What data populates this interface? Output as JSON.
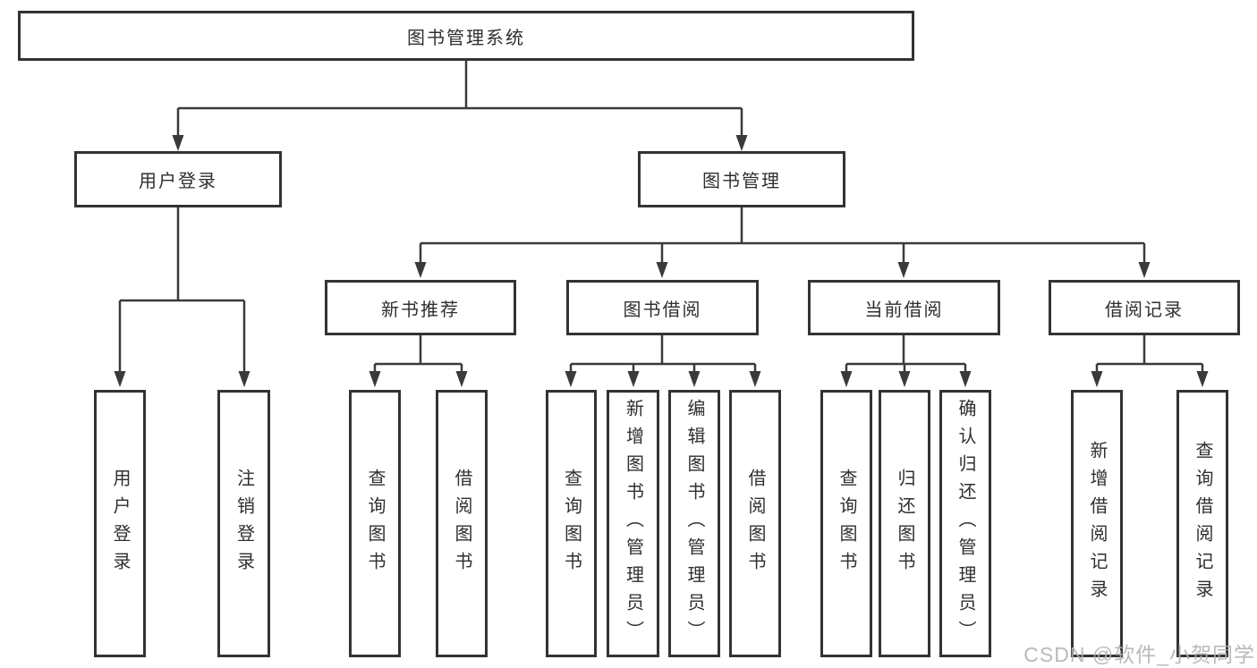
{
  "diagram": {
    "root": {
      "label": "图书管理系统"
    },
    "level2": [
      {
        "id": "user-login",
        "label": "用户登录"
      },
      {
        "id": "book-management",
        "label": "图书管理"
      }
    ],
    "level3": [
      {
        "id": "new-book-recommendation",
        "label": "新书推荐",
        "parent": "图书管理"
      },
      {
        "id": "book-borrowing",
        "label": "图书借阅",
        "parent": "图书管理"
      },
      {
        "id": "current-borrowing",
        "label": "当前借阅",
        "parent": "图书管理"
      },
      {
        "id": "borrowing-records",
        "label": "借阅记录",
        "parent": "图书管理"
      }
    ],
    "leaves": [
      {
        "label": "用户登录",
        "parent": "用户登录"
      },
      {
        "label": "注销登录",
        "parent": "用户登录"
      },
      {
        "label": "查询图书",
        "parent": "新书推荐"
      },
      {
        "label": "借阅图书",
        "parent": "新书推荐"
      },
      {
        "label": "查询图书",
        "parent": "图书借阅"
      },
      {
        "label": "新增图书（管理员）",
        "parent": "图书借阅"
      },
      {
        "label": "编辑图书（管理员）",
        "parent": "图书借阅"
      },
      {
        "label": "借阅图书",
        "parent": "图书借阅"
      },
      {
        "label": "查询图书",
        "parent": "当前借阅"
      },
      {
        "label": "归还图书",
        "parent": "当前借阅"
      },
      {
        "label": "确认归还（管理员）",
        "parent": "当前借阅"
      },
      {
        "label": "新增借阅记录",
        "parent": "借阅记录"
      },
      {
        "label": "查询借阅记录",
        "parent": "借阅记录"
      }
    ],
    "watermark": "CSDN @软件_小贺同学",
    "colors": {
      "line": "#3a3a3a",
      "box_border": "#333333",
      "text": "#2f2f2f",
      "watermark": "#b2b2b2",
      "background": "#ffffff"
    }
  }
}
